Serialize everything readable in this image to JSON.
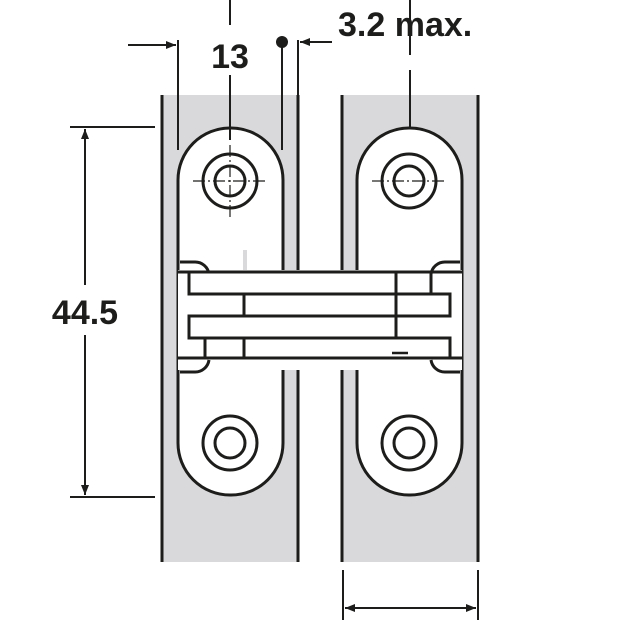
{
  "labels": {
    "width_dim": "13",
    "gap_dim": "3.2 max.",
    "height_dim": "44.5"
  },
  "colors": {
    "line": "#1d1d1b",
    "panel": "#d9d9db",
    "background": "#ffffff"
  }
}
